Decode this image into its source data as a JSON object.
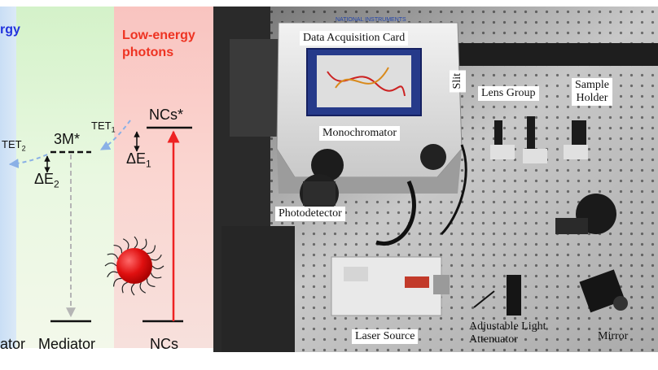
{
  "energy_diagram": {
    "left_heading": "rgy",
    "right_heading_line1": "Low-energy",
    "right_heading_line2": "photons",
    "tet2": "TET",
    "tet2_sub": "2",
    "tet1": "TET",
    "tet1_sub": "1",
    "mediator_state": "3M*",
    "nc_state": "NCs*",
    "delta_e2": "ΔE",
    "delta_e2_sub": "2",
    "delta_e1": "ΔE",
    "delta_e1_sub": "1",
    "bottom_left": "ator",
    "bottom_mediator": "Mediator",
    "bottom_ncs": "NCs",
    "colors": {
      "heading_blue": "#2233dd",
      "heading_red": "#ee3322",
      "arrow_red": "#ee2222",
      "dashed_blue": "#8ab0e6",
      "dashed_gray": "#b5b5b5",
      "sphere": "#e01010"
    }
  },
  "photo_labels": {
    "daq": "Data Acquisition Card",
    "slit": "Slit",
    "lens_group": "Lens Group",
    "sample_holder_line1": "Sample",
    "sample_holder_line2": "Holder",
    "monochromator": "Monochromator",
    "photodetector": "Photodetector",
    "laser_source": "Laser Source",
    "attenuator_line1": "Adjustable Light",
    "attenuator_line2": "Attenuator",
    "mirror": "Mirror",
    "card_brand": "NATIONAL INSTRUMENTS"
  }
}
